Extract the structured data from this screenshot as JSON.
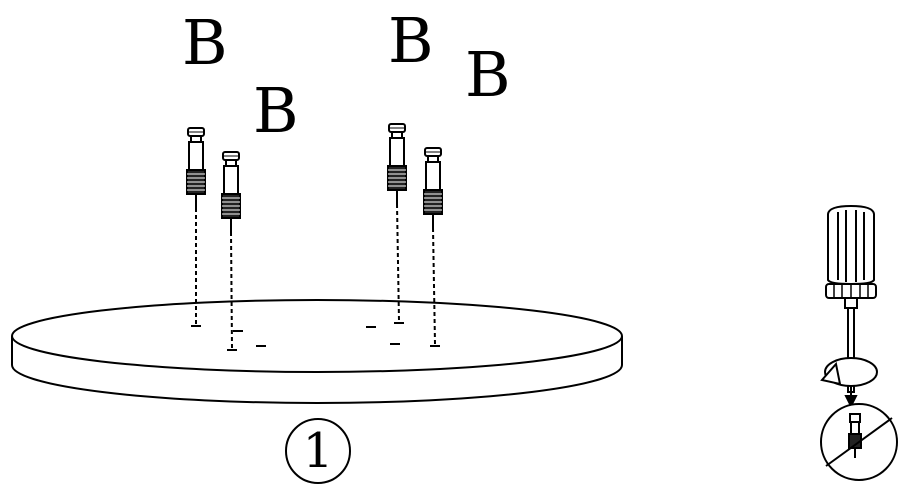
{
  "part_labels": [
    "B",
    "B",
    "B",
    "B"
  ],
  "step_number": "1",
  "colors": {
    "line": "#000000",
    "background": "#ffffff"
  },
  "icons": {
    "bolts": "threaded-bolt-icon",
    "tool": "screwdriver-icon",
    "rotation": "rotate-arrow-icon",
    "warning": "no-overtighten-icon"
  }
}
